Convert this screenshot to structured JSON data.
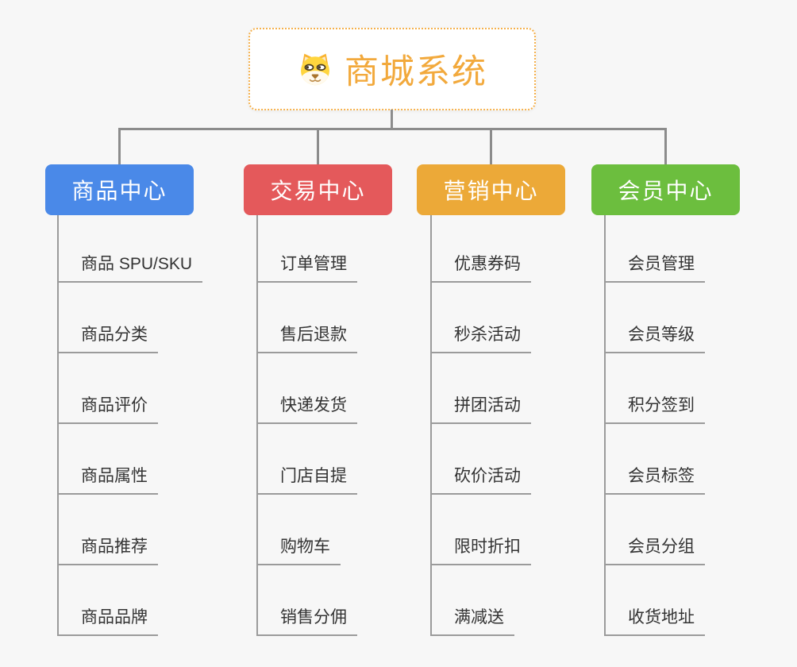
{
  "canvas": {
    "background": "#f7f7f7",
    "connector_color": "#8c8c8c",
    "leaf_line_color": "#9b9b9b",
    "leaf_text_color": "#333333"
  },
  "root": {
    "title": "商城系统",
    "icon": "shiba-dog-icon",
    "title_color": "#f2a93c",
    "border_color": "#f5b14d",
    "background": "#ffffff"
  },
  "branches": [
    {
      "label": "商品中心",
      "color": "#4a89e8",
      "items": [
        "商品 SPU/SKU",
        "商品分类",
        "商品评价",
        "商品属性",
        "商品推荐",
        "商品品牌"
      ]
    },
    {
      "label": "交易中心",
      "color": "#e4595b",
      "items": [
        "订单管理",
        "售后退款",
        "快递发货",
        "门店自提",
        "购物车",
        "销售分佣"
      ]
    },
    {
      "label": "营销中心",
      "color": "#eca938",
      "items": [
        "优惠券码",
        "秒杀活动",
        "拼团活动",
        "砍价活动",
        "限时折扣",
        "满减送"
      ]
    },
    {
      "label": "会员中心",
      "color": "#6cbe3e",
      "items": [
        "会员管理",
        "会员等级",
        "积分签到",
        "会员标签",
        "会员分组",
        "收货地址"
      ]
    }
  ]
}
